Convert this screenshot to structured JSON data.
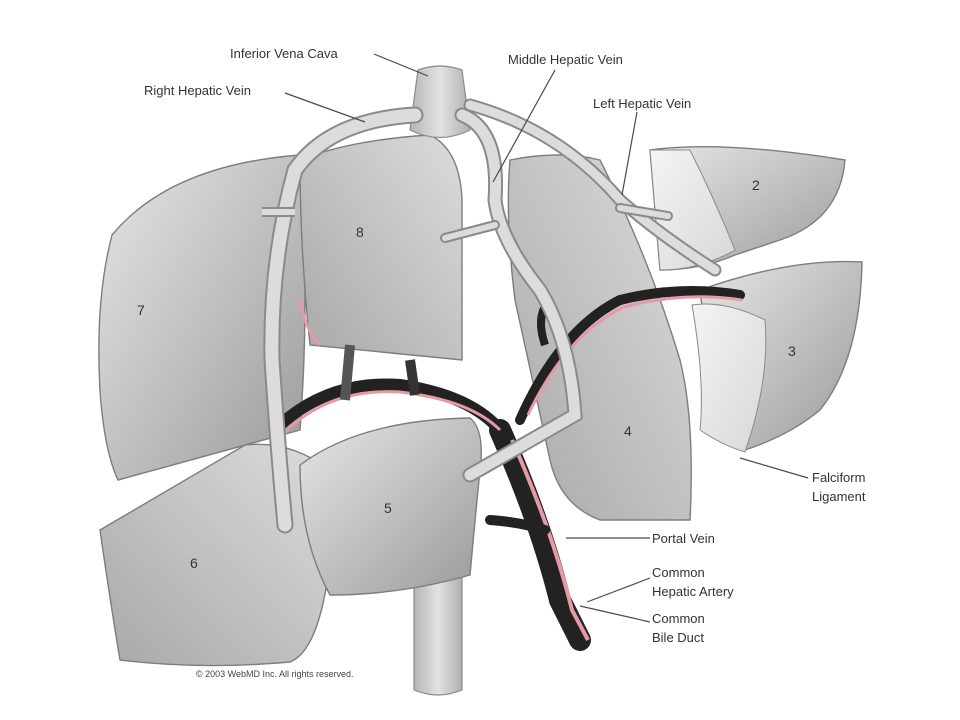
{
  "labels": {
    "ivc": "Inferior Vena Cava",
    "rhv": "Right Hepatic Vein",
    "mhv": "Middle Hepatic Vein",
    "lhv": "Left Hepatic Vein",
    "falciform_1": "Falciform",
    "falciform_2": "Ligament",
    "portal_vein": "Portal Vein",
    "cha_1": "Common",
    "cha_2": "Hepatic Artery",
    "cbd_1": "Common",
    "cbd_2": "Bile Duct"
  },
  "segments": [
    "2",
    "3",
    "4",
    "5",
    "6",
    "7",
    "8"
  ],
  "copyright": "© 2003 WebMD Inc. All rights reserved.",
  "colors": {
    "lobe_fill": "#bdbdbd",
    "lobe_stroke": "#7d7d7d",
    "vein_fill": "#cfcfcf",
    "portal_dark": "#222222",
    "artery_pink": "#e79aa6",
    "ligament": "#ececec"
  }
}
